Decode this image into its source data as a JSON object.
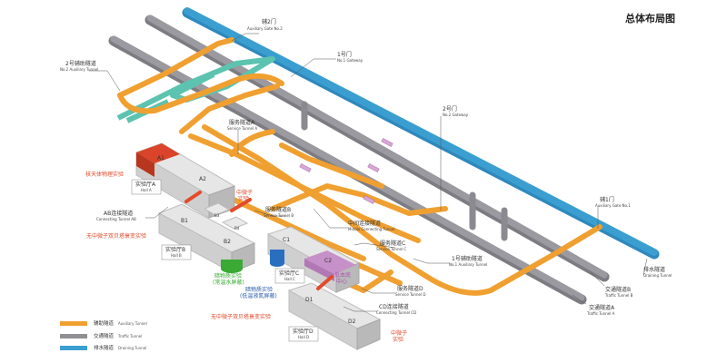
{
  "title": "总体布局图",
  "colors": {
    "auxiliary": "#f0a030",
    "traffic": "#8f8f94",
    "draining": "#3a9fd0",
    "teal": "#5cc3b0",
    "red_accent": "#e34a2a"
  },
  "labels": {
    "aux_gate_2_cn": "辅2门",
    "aux_gate_2_en": "Auxiliary Gate No.2",
    "gate_1_cn": "1号门",
    "gate_1_en": "No.1 Gateway",
    "aux_tunnel_2_cn": "2号辅助隧道",
    "aux_tunnel_2_en": "No.2 Auxiliary Tunnel",
    "gate_2_cn": "2号门",
    "gate_2_en": "No.2 Gateway",
    "service_a_cn": "服务隧道A",
    "service_a_en": "Service Tunnel A",
    "service_b_cn": "服务隧道B",
    "service_b_en": "Service Tunnel B",
    "service_c_cn": "服务隧道C",
    "service_c_en": "Service Tunnel C",
    "service_d_cn": "服务隧道D",
    "service_d_en": "Service Tunnel D",
    "middle_conn_cn": "中间连接隧道",
    "middle_conn_en": "Middle Connecting Tunnel",
    "ab_conn_cn": "AB连接隧道",
    "ab_conn_en": "Connecting Tunnel AB",
    "cd_conn_cn": "CD连接隧道",
    "cd_conn_en": "Connecting Tunnel CD",
    "aux_tunnel_1_cn": "1号辅助隧道",
    "aux_tunnel_1_en": "No.1 Auxiliary Tunnel",
    "aux_gate_1_cn": "辅1门",
    "aux_gate_1_en": "Auxiliary Gate No.1",
    "traffic_b_cn": "交通隧道B",
    "traffic_b_en": "Traffic Tunnel B",
    "traffic_a_cn": "交通隧道A",
    "traffic_a_en": "Traffic Tunnel A",
    "draining_cn": "排水隧道",
    "draining_en": "Draining Tunnel",
    "astro_cn": "核天体物理实验",
    "neutrino_hall_a_1": "中微子",
    "neutrino_hall_a_2": "实验",
    "double_beta_b": "无中微子双贝塔衰变实验",
    "dark_matter_b_1": "暗物质实验",
    "dark_matter_b_2": "(常温水屏蔽)",
    "dark_matter_c_1": "暗物质实验",
    "dark_matter_c_2": "(低温液氮屏蔽)",
    "low_bg_1": "低本底",
    "low_bg_2": "中心",
    "double_beta_d": "无中微子双贝塔衰变实验",
    "neutrino_d_1": "中微子",
    "neutrino_d_2": "实验",
    "hall_a_cn": "实验厅A",
    "hall_a_en": "Hall A",
    "hall_b_cn": "实验厅B",
    "hall_b_en": "Hall B",
    "hall_c_cn": "实验厅C",
    "hall_c_en": "Hall C",
    "hall_d_cn": "实验厅D",
    "hall_d_en": "Hall D",
    "A1": "A1",
    "A2": "A2",
    "B1": "B1",
    "B2": "B2",
    "B3": "B3",
    "B4": "B4",
    "C1": "C1",
    "C2": "C2",
    "D1": "D1",
    "D2": "D2"
  },
  "legend": [
    {
      "cn": "辅助隧道",
      "en": "Auxiliary Tunnel",
      "color": "#f0a030"
    },
    {
      "cn": "交通隧道",
      "en": "Traffic Tunnel",
      "color": "#8f8f94"
    },
    {
      "cn": "排水隧道",
      "en": "Draining Tunnel",
      "color": "#3a9fd0"
    }
  ]
}
